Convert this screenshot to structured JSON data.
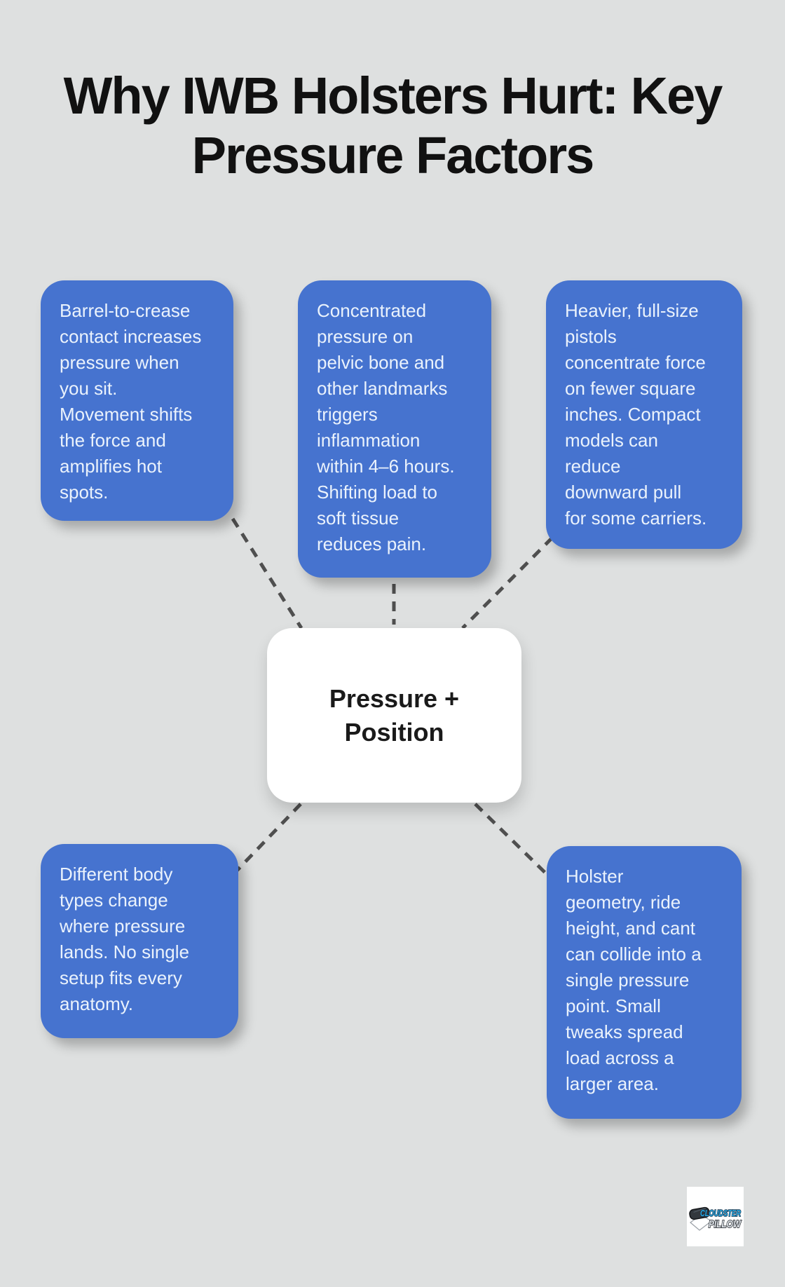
{
  "title": {
    "text": "Why IWB Holsters Hurt: Key\nPressure Factors"
  },
  "center_node": {
    "label": "Pressure +\nPosition"
  },
  "nodes": [
    {
      "id": "top-left",
      "text": "Barrel-to-crease\ncontact increases\npressure when\nyou sit.\nMovement shifts\nthe force and\namplifies hot\nspots."
    },
    {
      "id": "top-middle",
      "text": "Concentrated\npressure on\npelvic bone and\nother landmarks\ntriggers\ninflammation\nwithin 4–6 hours.\nShifting load to\nsoft tissue\nreduces pain."
    },
    {
      "id": "top-right",
      "text": "Heavier, full-size\npistols\nconcentrate force\non fewer square\ninches. Compact\nmodels can\nreduce\ndownward pull\nfor some carriers."
    },
    {
      "id": "bottom-left",
      "text": "Different body\ntypes change\nwhere pressure\nlands. No single\nsetup fits every\nanatomy."
    },
    {
      "id": "bottom-right",
      "text": "Holster\ngeometry, ride\nheight, and cant\ncan collide into a\nsingle pressure\npoint. Small\ntweaks spread\nload across a\nlarger area."
    }
  ],
  "logo": {
    "line1": "CLOUDSTER",
    "line2": "PILLOW",
    "line1_color": "#29A9E2",
    "line2_color": "#E3E7EC"
  },
  "style": {
    "background": "#dee0e0",
    "title_color": "#111111",
    "node_bg": "#4673CF",
    "node_text": "#EAF2FC",
    "center_bg": "#ffffff",
    "center_text": "#1a1a1a",
    "connector": "#4f4f4f"
  }
}
